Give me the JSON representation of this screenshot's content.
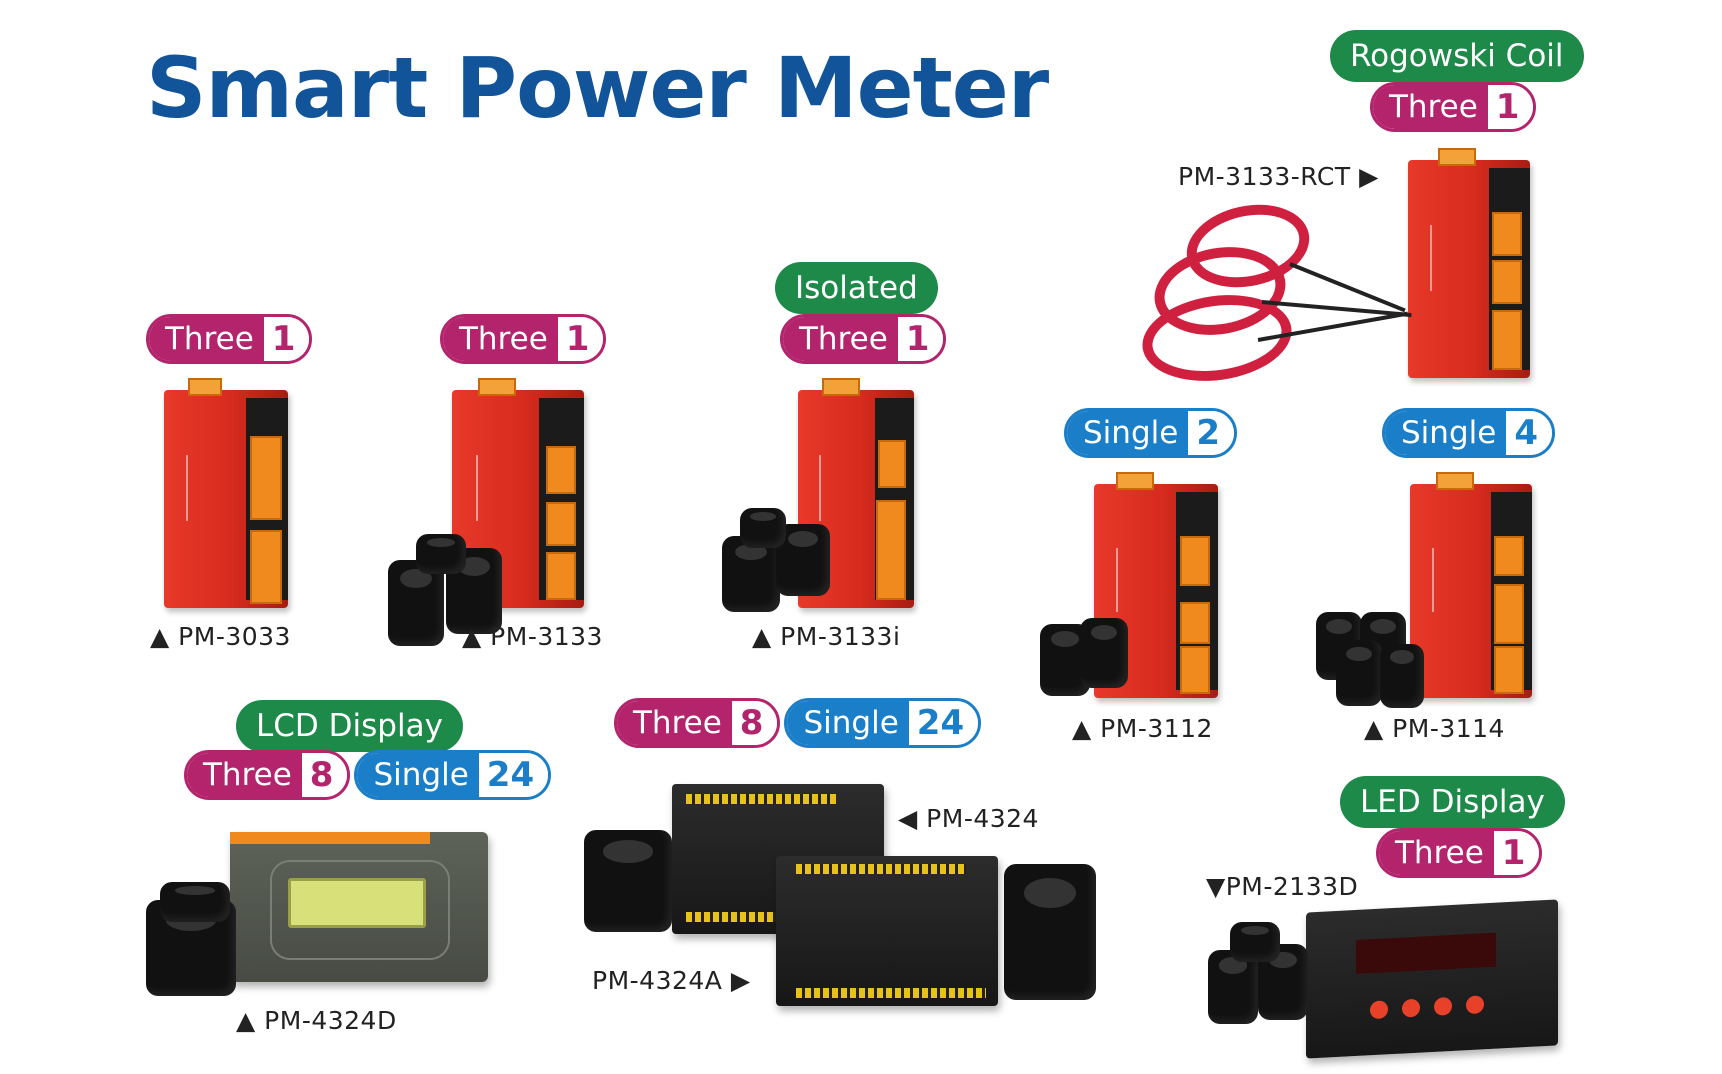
{
  "title": "Smart Power Meter",
  "labels": {
    "three": "Three",
    "single": "Single",
    "rogowski_coil": "Rogowski Coil",
    "isolated": "Isolated",
    "lcd_display": "LCD Display",
    "led_display": "LED Display"
  },
  "products": {
    "pm3033": {
      "model": "▲ PM-3033",
      "three": "1"
    },
    "pm3133": {
      "model": "▲ PM-3133",
      "three": "1"
    },
    "pm3133i": {
      "model": "▲ PM-3133i",
      "three": "1"
    },
    "pm3133rct": {
      "model": "PM-3133-RCT ▶",
      "three": "1"
    },
    "pm3112": {
      "model": "▲ PM-3112",
      "single": "2"
    },
    "pm3114": {
      "model": "▲ PM-3114",
      "single": "4"
    },
    "pm4324d": {
      "model": "▲ PM-4324D",
      "three": "8",
      "single": "24"
    },
    "pm4324": {
      "model": "◀ PM-4324",
      "three": "8",
      "single": "24"
    },
    "pm4324a": {
      "model": "PM-4324A ▶"
    },
    "pm2133d": {
      "model": "▼PM-2133D",
      "three": "1"
    }
  },
  "colors": {
    "title": "#11549a",
    "three": "#b3246c",
    "single": "#1a7fc8",
    "feature": "#1e8a4a",
    "device_red": "#d62b1e",
    "terminal_orange": "#f08a1e"
  }
}
